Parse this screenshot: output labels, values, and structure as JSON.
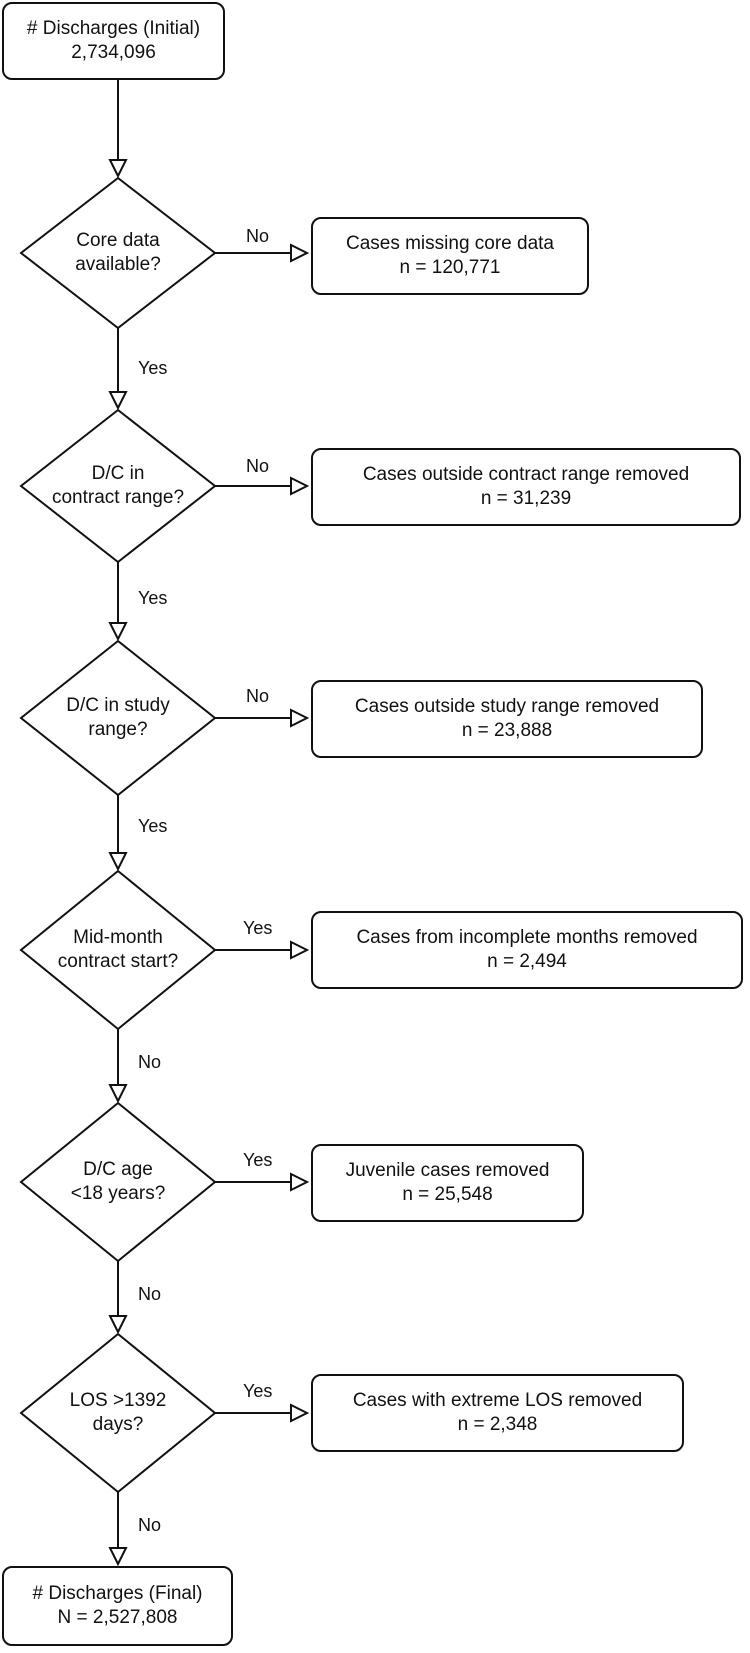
{
  "start": {
    "line1": "# Discharges (Initial)",
    "line2": "2,734,096"
  },
  "end": {
    "line1": "# Discharges (Final)",
    "line2": "N = 2,527,808"
  },
  "steps": [
    {
      "q1": "Core data",
      "q2": "available?",
      "side_label": "No",
      "down_label": "Yes",
      "result1": "Cases missing core data",
      "result2": "n = 120,771"
    },
    {
      "q1": "D/C in",
      "q2": "contract range?",
      "side_label": "No",
      "down_label": "Yes",
      "result1": "Cases outside contract range removed",
      "result2": "n = 31,239"
    },
    {
      "q1": "D/C in study",
      "q2": "range?",
      "side_label": "No",
      "down_label": "Yes",
      "result1": "Cases outside study range removed",
      "result2": "n = 23,888"
    },
    {
      "q1": "Mid-month",
      "q2": "contract start?",
      "side_label": "Yes",
      "down_label": "No",
      "result1": "Cases from incomplete months removed",
      "result2": "n = 2,494"
    },
    {
      "q1": "D/C age",
      "q2": "<18 years?",
      "side_label": "Yes",
      "down_label": "No",
      "result1": "Juvenile cases removed",
      "result2": "n = 25,548"
    },
    {
      "q1": "LOS >1392",
      "q2": "days?",
      "side_label": "Yes",
      "down_label": "No",
      "result1": "Cases with extreme LOS removed",
      "result2": "n = 2,348"
    }
  ]
}
